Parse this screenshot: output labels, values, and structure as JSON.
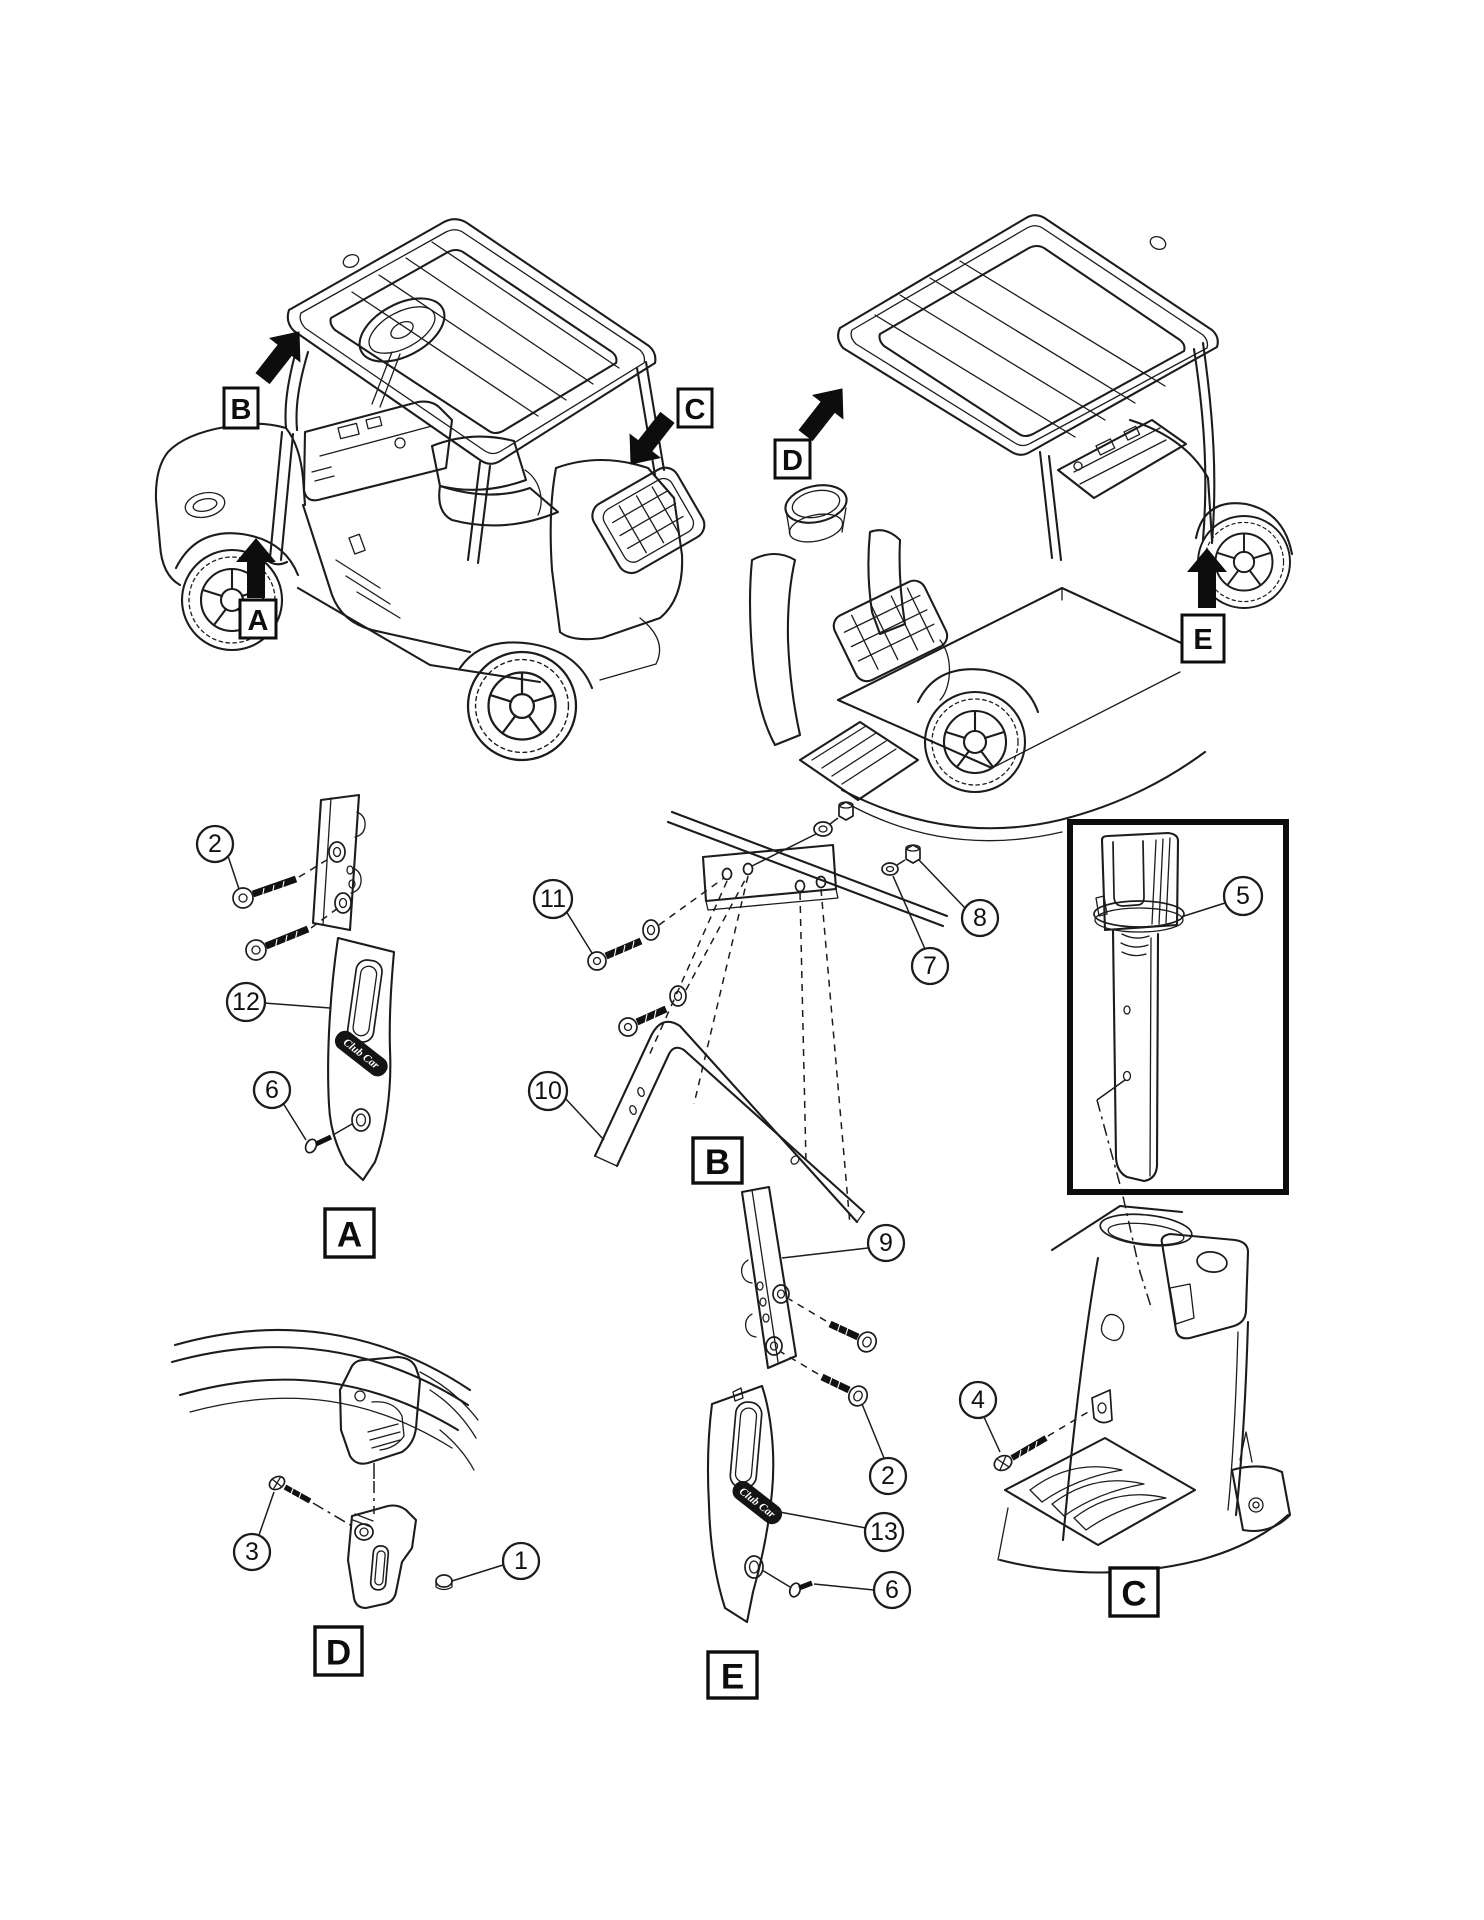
{
  "colors": {
    "background": "#ffffff",
    "line": "#1c1c1c",
    "arrow_fill": "#0d0d0d"
  },
  "cart_view_labels": {
    "a": "A",
    "b": "B",
    "c": "C",
    "d": "D",
    "e": "E"
  },
  "detail_section_labels": {
    "a": "A",
    "b": "B",
    "c": "C",
    "d": "D",
    "e": "E"
  },
  "callouts": {
    "a2": "2",
    "a12": "12",
    "a6": "6",
    "b11": "11",
    "b8": "8",
    "b7": "7",
    "b10": "10",
    "box5": "5",
    "c4": "4",
    "d3": "3",
    "d1": "1",
    "e9": "9",
    "e2": "2",
    "e13": "13",
    "e6": "6"
  },
  "badge_text": "Club Car"
}
